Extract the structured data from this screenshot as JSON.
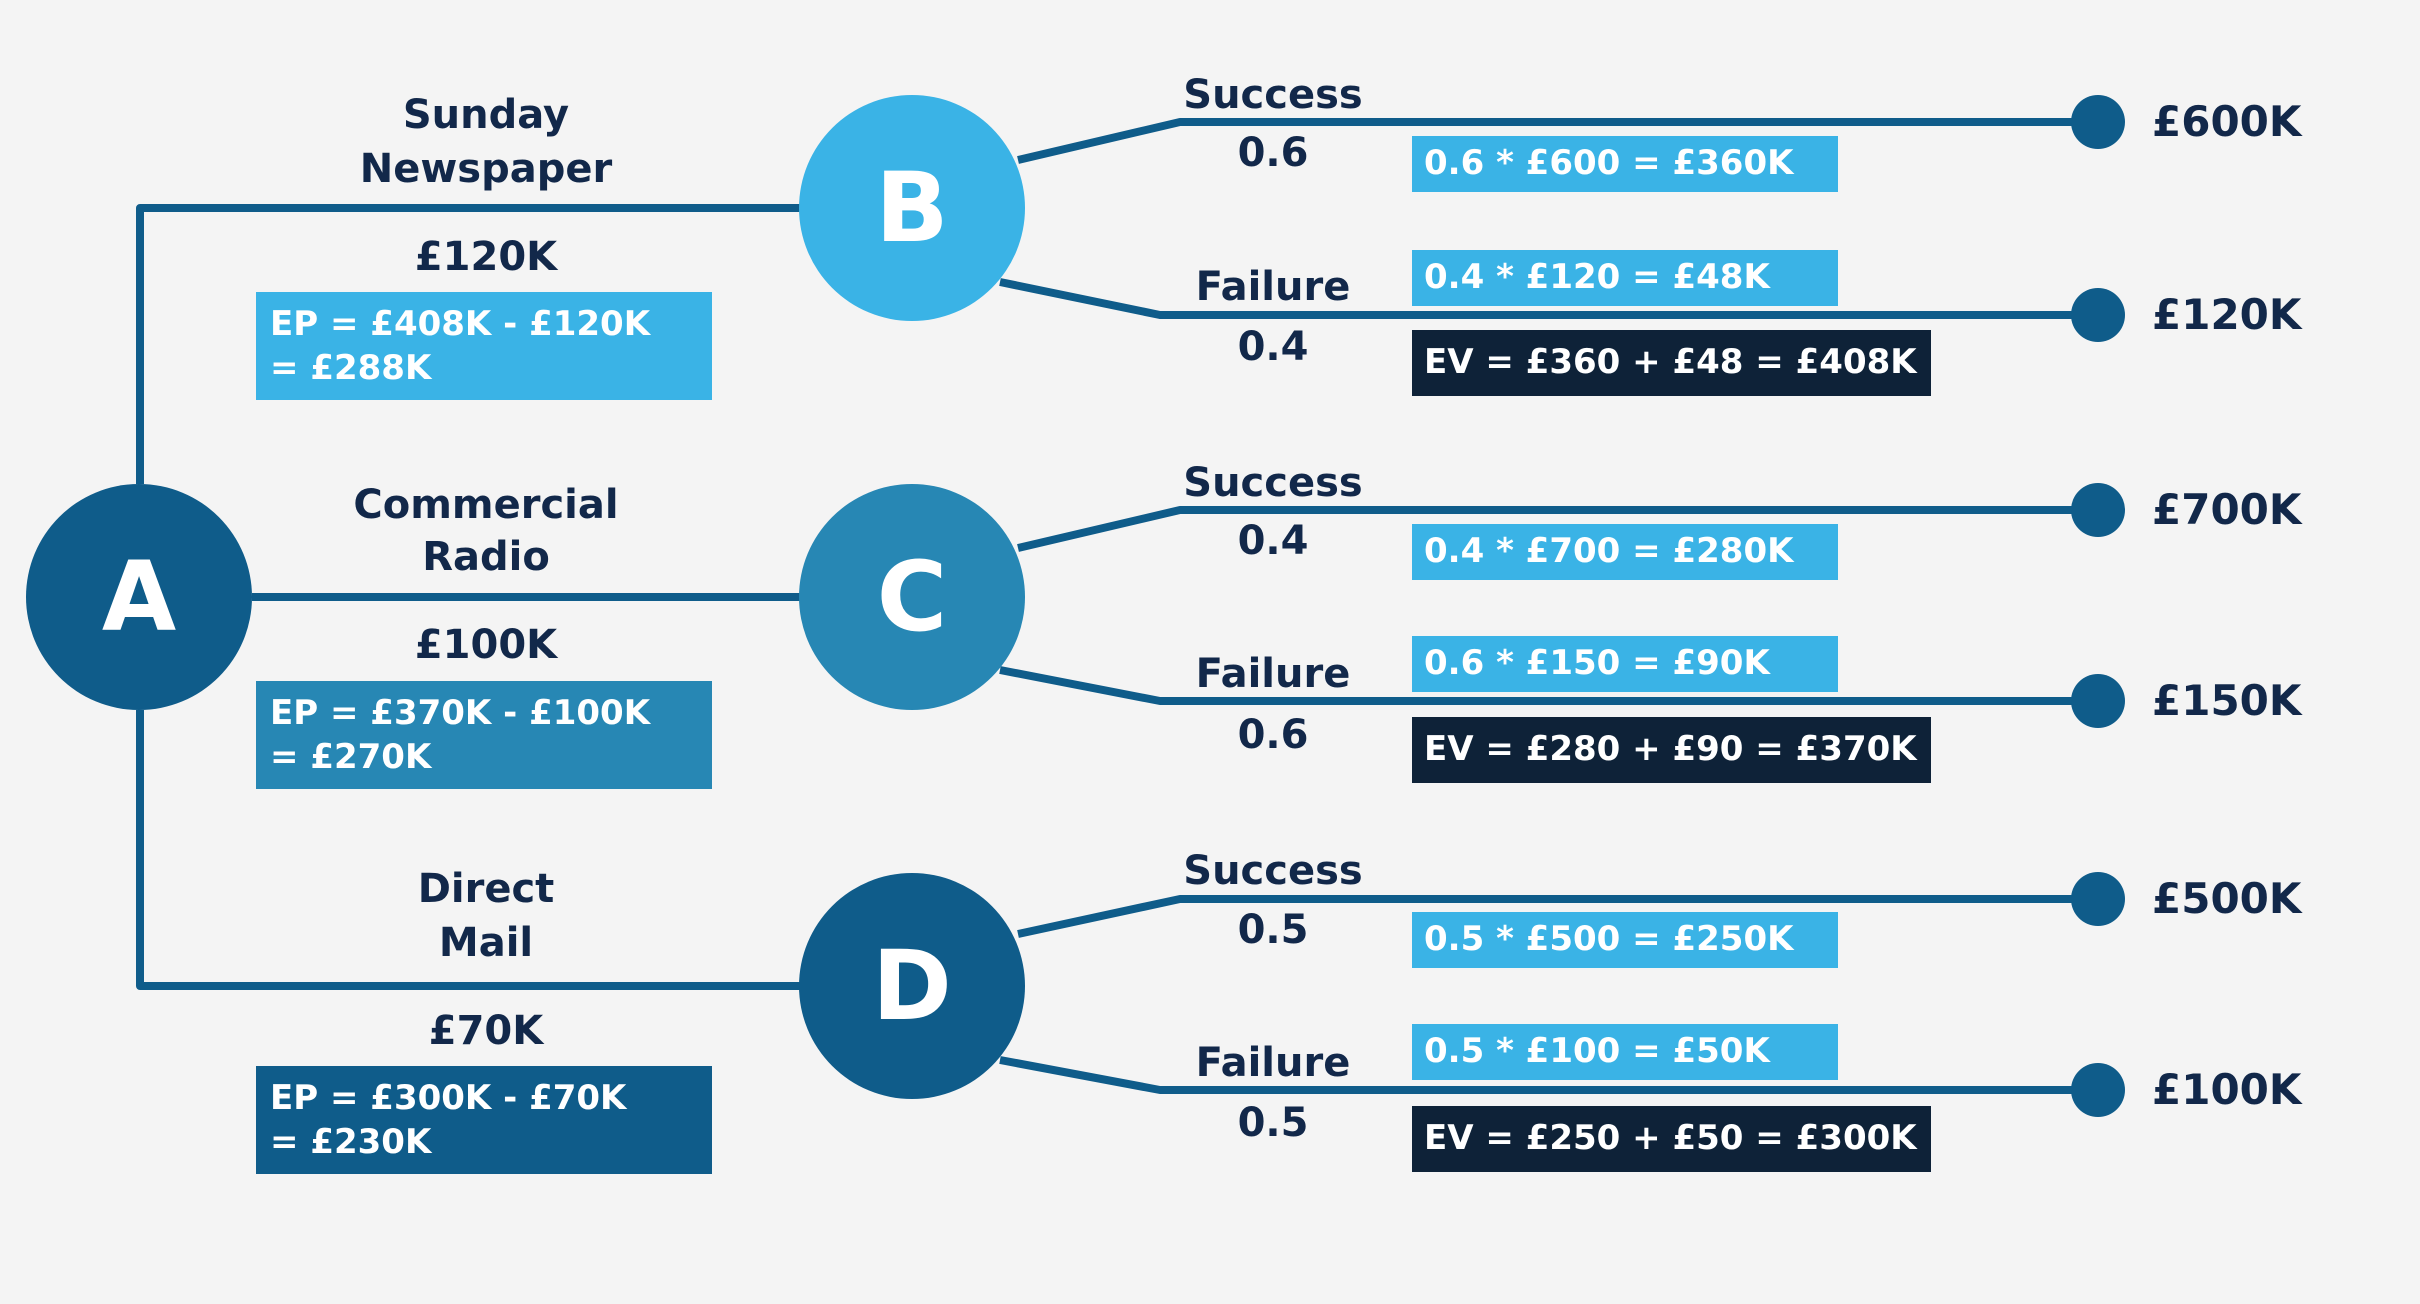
{
  "colors": {
    "line": "#0f5c8a",
    "node_A": "#0f5c8a",
    "node_B": "#3ab3e6",
    "node_C": "#2787b4",
    "node_D": "#0f5c8a",
    "ep_B": "#3ab3e6",
    "ep_C": "#2787b4",
    "ep_D": "#0f5c8a",
    "calc": "#3ab3e6",
    "ev": "#0e2238",
    "text": "#12284a"
  },
  "root": {
    "label": "A"
  },
  "options": [
    {
      "node": "B",
      "name_line1": "Sunday",
      "name_line2": "Newspaper",
      "cost": "£120K",
      "ep_line1": "EP = £408K - £120K",
      "ep_line2": "= £288K",
      "success": {
        "label": "Success",
        "prob": "0.6",
        "calc": "0.6 * £600 = £360K",
        "outcome": "£600K"
      },
      "failure": {
        "label": "Failure",
        "prob": "0.4",
        "calc": "0.4 * £120 = £48K",
        "outcome": "£120K"
      },
      "ev": "EV = £360 + £48 = £408K"
    },
    {
      "node": "C",
      "name_line1": "Commercial",
      "name_line2": "Radio",
      "cost": "£100K",
      "ep_line1": "EP = £370K - £100K",
      "ep_line2": "= £270K",
      "success": {
        "label": "Success",
        "prob": "0.4",
        "calc": "0.4 * £700 = £280K",
        "outcome": "£700K"
      },
      "failure": {
        "label": "Failure",
        "prob": "0.6",
        "calc": "0.6 * £150 = £90K",
        "outcome": "£150K"
      },
      "ev": "EV = £280 + £90 = £370K"
    },
    {
      "node": "D",
      "name_line1": "Direct",
      "name_line2": "Mail",
      "cost": "£70K",
      "ep_line1": "EP = £300K - £70K",
      "ep_line2": "= £230K",
      "success": {
        "label": "Success",
        "prob": "0.5",
        "calc": "0.5 * £500 = £250K",
        "outcome": "£500K"
      },
      "failure": {
        "label": "Failure",
        "prob": "0.5",
        "calc": "0.5 * £100 = £50K",
        "outcome": "£100K"
      },
      "ev": "EV = £250 + £50 = £300K"
    }
  ]
}
